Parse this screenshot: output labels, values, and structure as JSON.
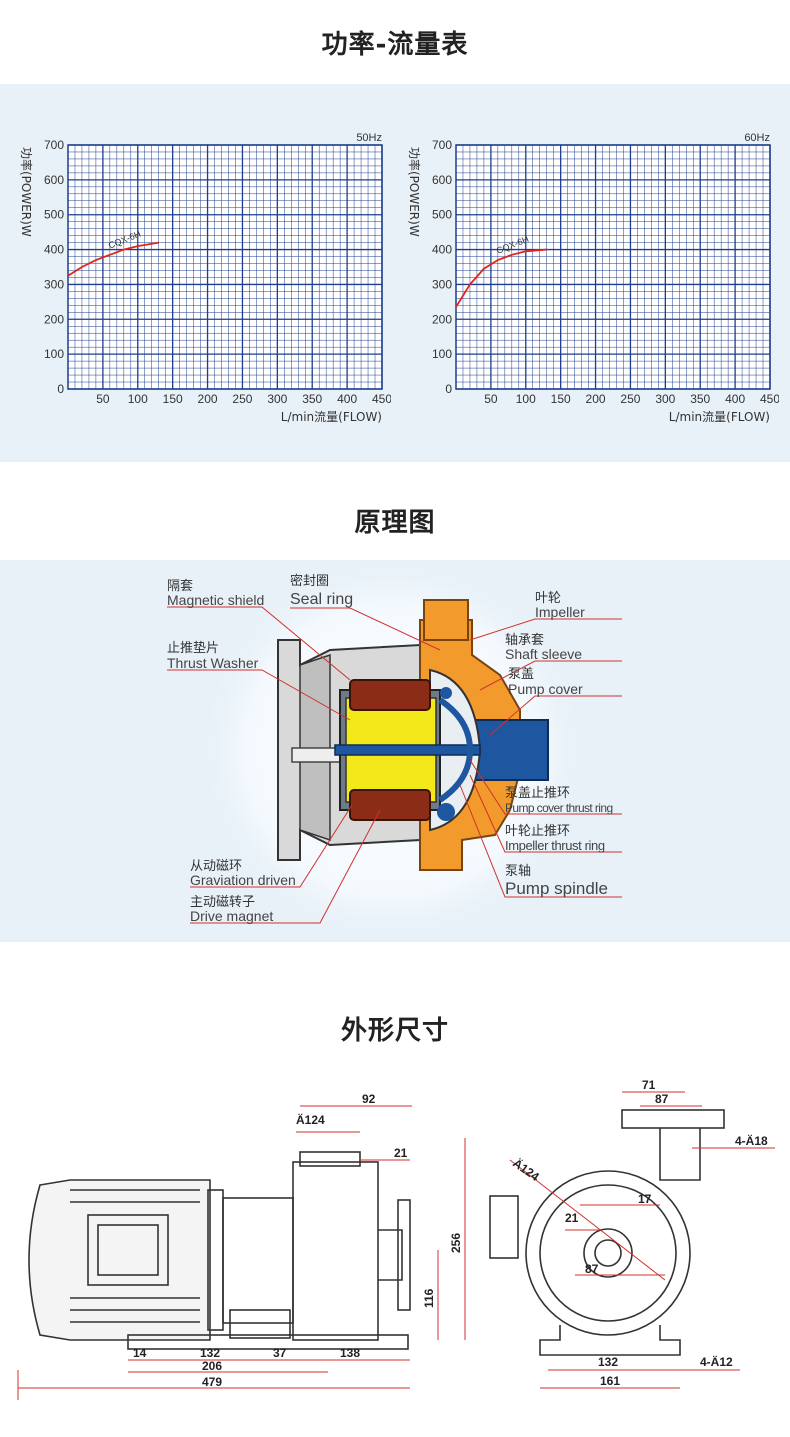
{
  "sections": {
    "power_flow_title": "功率-流量表",
    "principle_title": "原理图",
    "dimensions_title": "外形尺寸"
  },
  "chart_data": [
    {
      "type": "line",
      "freq_label": "50Hz",
      "ylabel": "功率(POWER)W",
      "xlabel": "L/min流量(FLOW)",
      "xlim": [
        0,
        450
      ],
      "ylim": [
        0,
        700
      ],
      "xticks": [
        50,
        100,
        150,
        200,
        250,
        300,
        350,
        400,
        450
      ],
      "yticks": [
        0,
        100,
        200,
        300,
        400,
        500,
        600,
        700
      ],
      "grid": true,
      "series": [
        {
          "name": "CQX-6H",
          "x": [
            0,
            20,
            40,
            60,
            80,
            100,
            130
          ],
          "y": [
            325,
            350,
            370,
            385,
            400,
            410,
            420
          ]
        }
      ]
    },
    {
      "type": "line",
      "freq_label": "60Hz",
      "ylabel": "功率(POWER)W",
      "xlabel": "L/min流量(FLOW)",
      "xlim": [
        0,
        450
      ],
      "ylim": [
        0,
        700
      ],
      "xticks": [
        50,
        100,
        150,
        200,
        250,
        300,
        350,
        400,
        450
      ],
      "yticks": [
        0,
        100,
        200,
        300,
        400,
        500,
        600,
        700
      ],
      "grid": true,
      "series": [
        {
          "name": "CQX-6H",
          "x": [
            0,
            20,
            40,
            60,
            80,
            100,
            130
          ],
          "y": [
            235,
            300,
            345,
            370,
            385,
            395,
            400
          ]
        }
      ]
    }
  ],
  "diagram": {
    "labels_left": [
      {
        "cn": "隔套",
        "en": "Magnetic shield"
      },
      {
        "cn": "止推垫片",
        "en": "Thrust Washer"
      },
      {
        "cn": "从动磁环",
        "en": "Graviation driven"
      },
      {
        "cn": "主动磁转子",
        "en": "Drive magnet"
      }
    ],
    "labels_top": {
      "cn": "密封圈",
      "en": "Seal ring"
    },
    "labels_right": [
      {
        "cn": "叶轮",
        "en": "Impeller"
      },
      {
        "cn": "轴承套",
        "en": "Shaft sleeve"
      },
      {
        "cn": "泵盖",
        "en": "Pump cover"
      },
      {
        "cn": "泵盖止推环",
        "en": "Pump cover thrust ring"
      },
      {
        "cn": "叶轮止推环",
        "en": "Impeller thrust ring"
      },
      {
        "cn": "泵轴",
        "en": "Pump spindle"
      }
    ]
  },
  "dimensions": {
    "side": {
      "d92": "92",
      "d124": "Ä124",
      "d21": "21",
      "d256": "256",
      "d116": "116",
      "d14": "14",
      "d132": "132",
      "d37": "37",
      "d138": "138",
      "d206": "206",
      "d479": "479"
    },
    "front": {
      "d71": "71",
      "d87top": "87",
      "d4a18": "4-Ä18",
      "d124": "Ä124",
      "d17": "17",
      "d21": "21",
      "d87": "87",
      "d132": "132",
      "d4a12": "4-Ä12",
      "d161": "161"
    }
  },
  "colors": {
    "grid": "#1d3e8c",
    "curve": "#e2231a",
    "band": "#e8f1f8",
    "casing_orange": "#f39a2c",
    "magnet_red": "#8b2c16",
    "shaft_blue": "#1e56a0",
    "shield_yellow": "#f3e81a",
    "dim_red": "#d0312d"
  }
}
